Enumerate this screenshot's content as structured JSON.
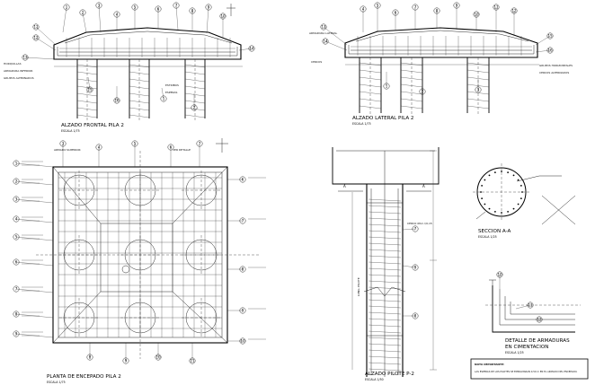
{
  "views": {
    "alzado_frontal": {
      "title": "ALZADO FRONTAL PILA 2",
      "scale": "ESCALA 1/75"
    },
    "alzado_lateral": {
      "title": "ALZADO LATERAL PILA 2",
      "scale": "ESCALA 1/75"
    },
    "planta_encepado": {
      "title": "PLANTA DE ENCEPADO PILA 2",
      "scale": "ESCALA 1/75"
    },
    "alzado_pilote": {
      "title": "ALZADO PILOTE P-2",
      "scale": "ESCALA 1/50"
    },
    "seccion": {
      "title": "SECCION A-A",
      "scale": "ESCALA 1/25"
    },
    "detalle": {
      "title_line1": "DETALLE DE ARMADURAS",
      "title_line2": "EN CIMENTACION",
      "scale": "ESCALA 1/25"
    }
  },
  "section_marks": {
    "left": "A",
    "right": "A"
  },
  "nota": {
    "heading": "NOTA IMPORTANTE:",
    "text": "LAS ESPERAS DE LOS PILOTES SE EMPALMARAN 0,50 m EN EL ARMADO DEL ENCEPADO."
  },
  "labels": {
    "armadura_inferior": "ARMADURA INFERIOR",
    "cercos": "CERCOS",
    "cercos_alternados": "CERCOS ALTERNADOS",
    "grupo_cercos": "GRUPOS ALTERNADOS",
    "armado_superior": "ARMADO SUPERIOR",
    "estribos": "ESTRIBOS",
    "ver_detalle": "VER DETALLE",
    "horquilla": "HORQUILLAS",
    "esperas": "ESPERAS",
    "armadura_lateral": "ARMADURA LATERAL",
    "grupos_horizontales": "GRUPOS HORIZONTALES",
    "cerco_pilote": "CERCO Ø12 c/0,15",
    "long_pilote": "LONG. PILOTE"
  },
  "bubbles": [
    "1",
    "2",
    "3",
    "4",
    "5",
    "6",
    "7",
    "8",
    "9",
    "10",
    "11",
    "12",
    "13",
    "14",
    "15",
    "16"
  ]
}
